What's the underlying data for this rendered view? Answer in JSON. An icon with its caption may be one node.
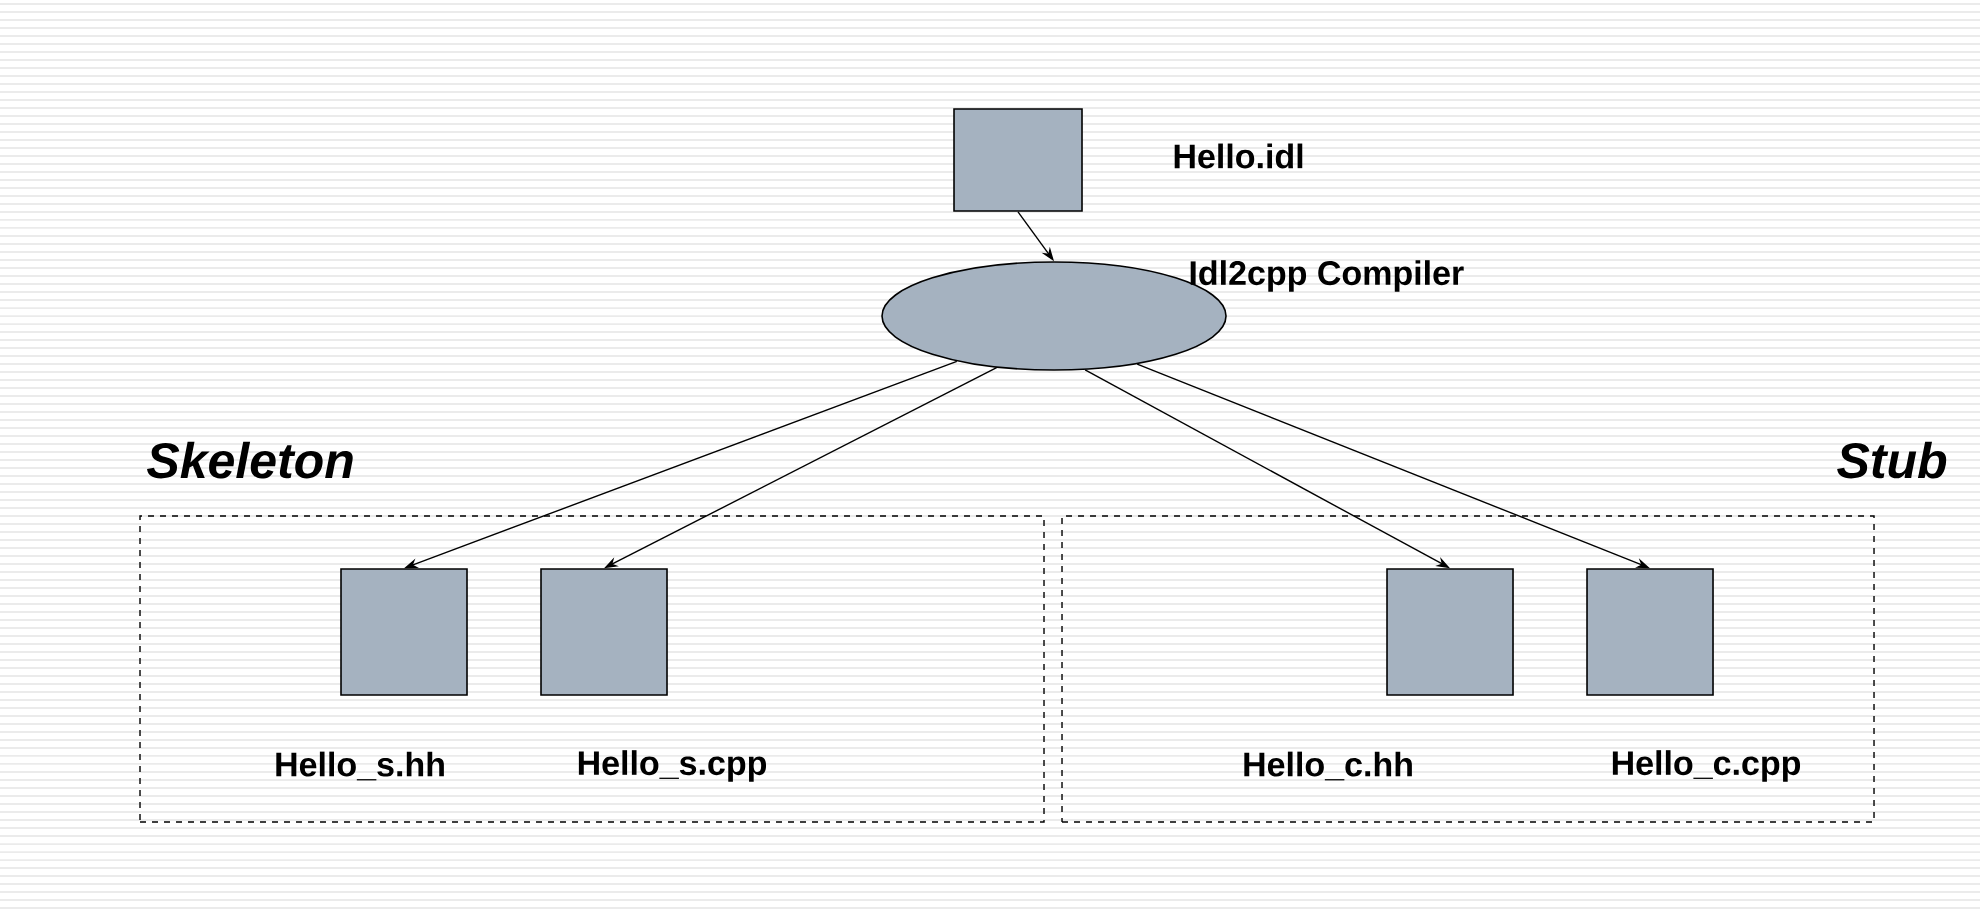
{
  "diagram": {
    "nodes": [
      {
        "text": [
          "Hello.idl"
        ]
      },
      {
        "text": [
          "Idl2cpp Compiler"
        ]
      },
      {
        "text": [
          "*Skeleton*"
        ]
      },
      {
        "text": [
          "*Stub*"
        ]
      },
      {
        "text": [
          "Hello_s.hh"
        ],
        "in": 2
      },
      {
        "text": [
          "Hello_s.cpp"
        ],
        "in": 2
      },
      {
        "text": [
          "Hello_c.hh"
        ],
        "in": 3
      },
      {
        "text": [
          "Hello_c.cpp"
        ],
        "in": 3
      }
    ],
    "edges": [
      {
        "from": 0,
        "to": 1,
        "arrow": "to"
      },
      {
        "from": 1,
        "to": 4,
        "arrow": "to"
      },
      {
        "from": 1,
        "to": 5,
        "arrow": "to"
      },
      {
        "from": 1,
        "to": 6,
        "arrow": "to"
      },
      {
        "from": 1,
        "to": 7,
        "arrow": "to"
      }
    ]
  }
}
